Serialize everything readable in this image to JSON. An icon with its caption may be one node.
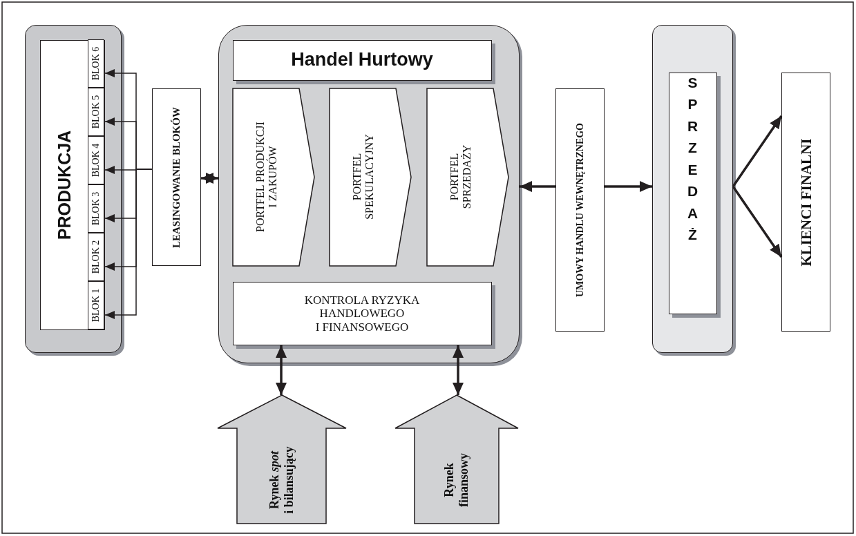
{
  "diagram": {
    "nodes": [
      {
        "text": [],
        "shape": "box"
      },
      {
        "text": [
          "PRODUKCJA"
        ],
        "in": 0
      },
      {
        "text": [
          "BLOK 1"
        ],
        "in": 1
      },
      {
        "text": [
          "BLOK 2"
        ],
        "in": 1
      },
      {
        "text": [
          "BLOK 3"
        ],
        "in": 1
      },
      {
        "text": [
          "BLOK 4"
        ],
        "in": 1
      },
      {
        "text": [
          "BLOK 5"
        ],
        "in": 1
      },
      {
        "text": [
          "BLOK 6"
        ],
        "in": 1
      },
      {
        "text": [
          "LEASINGOWANIE BLOKÓW"
        ]
      },
      {
        "text": [],
        "shape": "box"
      },
      {
        "text": [
          "Handel Hurtowy"
        ],
        "in": 9
      },
      {
        "text": [
          "PORTFEL PRODUKCJI I ZAKUPÓW"
        ],
        "in": 9
      },
      {
        "text": [
          "PORTFEL SPEKULACYJNY"
        ],
        "in": 9
      },
      {
        "text": [
          "PORTFEL SPRZEDAŻY"
        ],
        "in": 9
      },
      {
        "text": [
          "KONTROLA RYZYKA HANDLOWEGO I FINANSOWEGO"
        ],
        "in": 9
      },
      {
        "text": [
          "UMOWY HANDLU WEWNĘTRZNEGO"
        ]
      },
      {
        "text": [],
        "shape": "box"
      },
      {
        "text": [
          "SPRZEDAŻ"
        ],
        "in": 16
      },
      {
        "text": [
          "KLIENCI FINALNI"
        ]
      },
      {
        "text": [
          "Rynek *spot* i bilansujący"
        ]
      },
      {
        "text": [
          "Rynek finansowy"
        ]
      }
    ],
    "edges": [
      {
        "from": 8,
        "to": 2,
        "arrow": "to"
      },
      {
        "from": 8,
        "to": 3,
        "arrow": "to"
      },
      {
        "from": 8,
        "to": 4,
        "arrow": "to"
      },
      {
        "from": 8,
        "to": 5,
        "arrow": "to"
      },
      {
        "from": 8,
        "to": 6,
        "arrow": "to"
      },
      {
        "from": 8,
        "to": 7,
        "arrow": "to"
      },
      {
        "from": 8,
        "to": 9,
        "arrow": "both"
      },
      {
        "from": 15,
        "to": 9,
        "arrow": "to"
      },
      {
        "from": 15,
        "to": 16,
        "arrow": "to"
      },
      {
        "from": 16,
        "to": 18,
        "arrow": "to"
      },
      {
        "from": 16,
        "to": 18,
        "arrow": "to"
      },
      {
        "from": 14,
        "to": 19,
        "arrow": "both"
      },
      {
        "from": 14,
        "to": 20,
        "arrow": "both"
      }
    ]
  }
}
